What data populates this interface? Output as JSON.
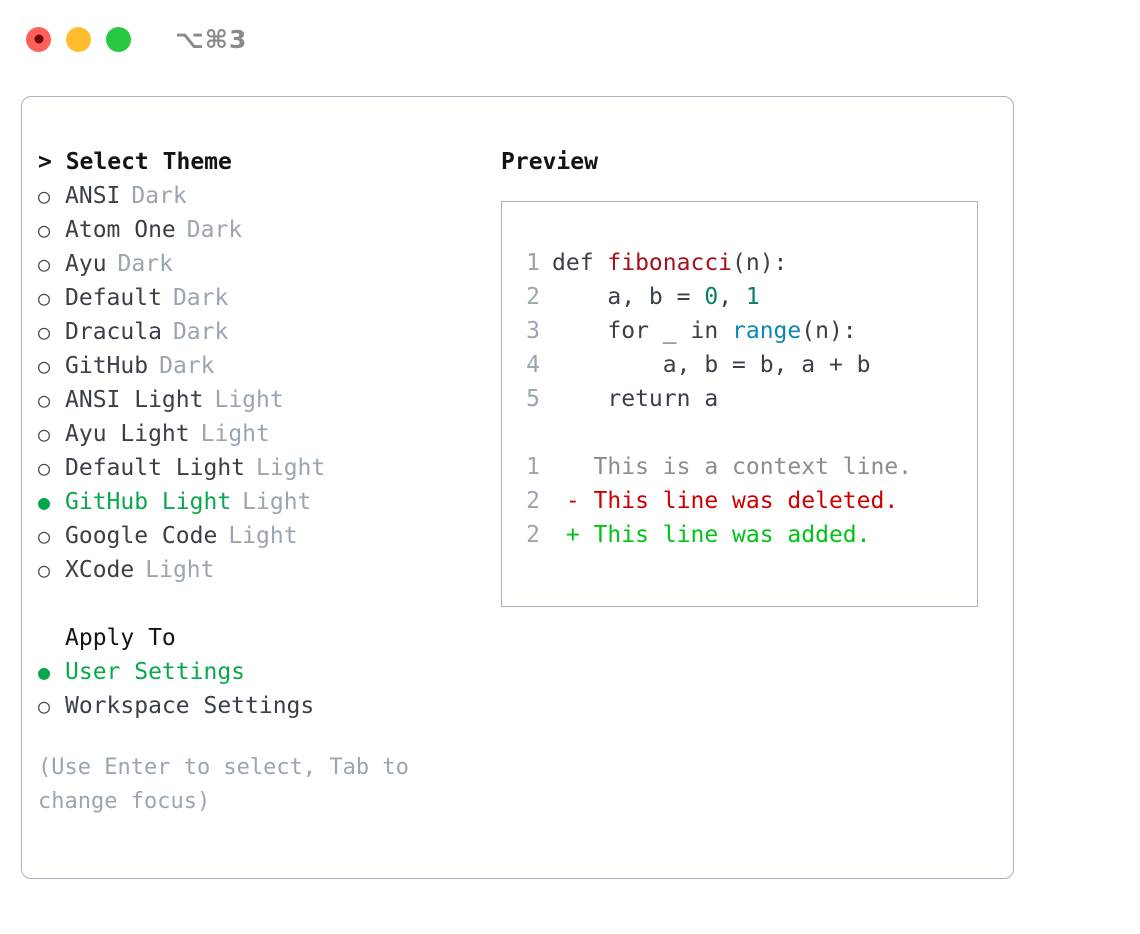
{
  "window": {
    "shortcut": "⌥⌘3",
    "traffic_lights": [
      {
        "name": "close",
        "color": "#ff6058"
      },
      {
        "name": "minimize",
        "color": "#ffbd2e"
      },
      {
        "name": "maximize",
        "color": "#28c840"
      }
    ]
  },
  "theme_picker": {
    "title": "> Select Theme",
    "selected_theme": "GitHub Light",
    "marker_unselected": "○",
    "marker_selected": "●",
    "items": [
      {
        "label": "ANSI",
        "variant": "Dark",
        "selected": false
      },
      {
        "label": "Atom One",
        "variant": "Dark",
        "selected": false
      },
      {
        "label": "Ayu",
        "variant": "Dark",
        "selected": false
      },
      {
        "label": "Default",
        "variant": "Dark",
        "selected": false
      },
      {
        "label": "Dracula",
        "variant": "Dark",
        "selected": false
      },
      {
        "label": "GitHub",
        "variant": "Dark",
        "selected": false
      },
      {
        "label": "ANSI Light",
        "variant": "Light",
        "selected": false
      },
      {
        "label": "Ayu Light",
        "variant": "Light",
        "selected": false
      },
      {
        "label": "Default Light",
        "variant": "Light",
        "selected": false
      },
      {
        "label": "GitHub Light",
        "variant": "Light",
        "selected": true
      },
      {
        "label": "Google Code",
        "variant": "Light",
        "selected": false
      },
      {
        "label": "XCode",
        "variant": "Light",
        "selected": false
      }
    ]
  },
  "apply_to": {
    "title": "Apply To",
    "selected_option": "User Settings",
    "options": [
      {
        "label": "User Settings",
        "selected": true
      },
      {
        "label": "Workspace Settings",
        "selected": false
      }
    ]
  },
  "hint": "(Use Enter to select, Tab to change focus)",
  "preview": {
    "title": "Preview",
    "code_lines": [
      {
        "no": "1",
        "text": "def fibonacci(n):"
      },
      {
        "no": "2",
        "text": "    a, b = 0, 1"
      },
      {
        "no": "3",
        "text": "    for _ in range(n):"
      },
      {
        "no": "4",
        "text": "        a, b = b, a + b"
      },
      {
        "no": "5",
        "text": "    return a"
      }
    ],
    "code_tokens": {
      "l1_kw": "def ",
      "l1_fn": "fibonacci",
      "l1_rest": "(n):",
      "l2_pre": "    a, b = ",
      "l2_n0": "0",
      "l2_mid": ", ",
      "l2_n1": "1",
      "l3_pre": "    for _ in ",
      "l3_fn": "range",
      "l3_rest": "(n):",
      "l4": "        a, b = b, a + b",
      "l5": "    return a"
    },
    "diff_lines": [
      {
        "no": "1",
        "sign": " ",
        "text": "This is a context line.",
        "kind": "context"
      },
      {
        "no": "2",
        "sign": "-",
        "text": "This line was deleted.",
        "kind": "deleted"
      },
      {
        "no": "2",
        "sign": "+",
        "text": "This line was added.",
        "kind": "added"
      }
    ]
  },
  "colors": {
    "accent_green": "#0aa84e",
    "muted": "#9aa5b1",
    "text": "#3a4049",
    "border": "#a8b2c1",
    "diff_add": "#00c217",
    "diff_del": "#cc0000",
    "syntax_function": "#a3121b",
    "syntax_number": "#0b7d6b",
    "syntax_builtin": "#0d86b5"
  }
}
